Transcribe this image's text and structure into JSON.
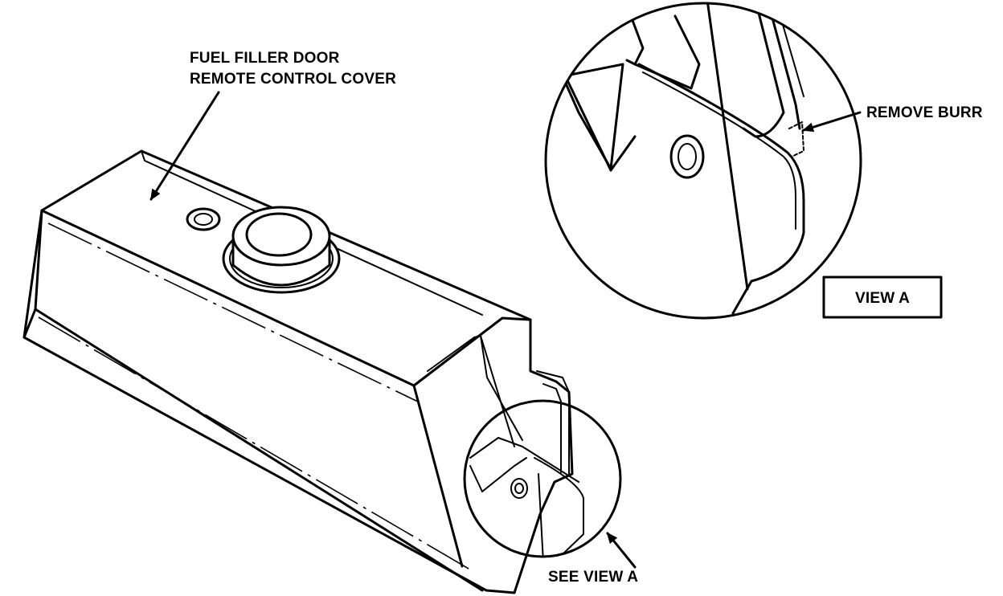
{
  "labels": {
    "part_name_line1": "FUEL FILLER DOOR",
    "part_name_line2": "REMOTE CONTROL COVER",
    "remove_burr": "REMOVE BURR",
    "view_a": "VIEW A",
    "see_view_a": "SEE VIEW A"
  },
  "colors": {
    "ink": "#000000",
    "paper": "#ffffff"
  }
}
